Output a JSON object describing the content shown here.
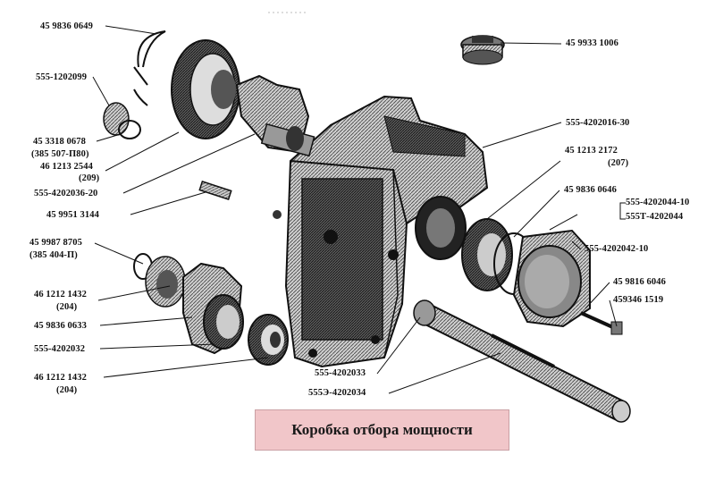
{
  "title": "Коробка отбора мощности",
  "labels": {
    "l1": "45 9836 0649",
    "l2": "555-1202099",
    "l3a": "45 3318 0678",
    "l3b": "(385 507-П80)",
    "l4a": "46 1213 2544",
    "l4b": "(209)",
    "l5": "555-4202036-20",
    "l6": "45 9951 3144",
    "l7a": "45 9987 8705",
    "l7b": "(385 404-П)",
    "l8a": "46 1212 1432",
    "l8b": "(204)",
    "l9": "45 9836 0633",
    "l10": "555-4202032",
    "l11a": "46 1212 1432",
    "l11b": "(204)",
    "r1": "45 9933 1006",
    "r2": "555-4202016-30",
    "r3a": "45 1213 2172",
    "r3b": "(207)",
    "r4": "45 9836 0646",
    "r5a": "555-4202044-10",
    "r5b": "555Т-4202044",
    "r6": "555-4202042-10",
    "r7": "45 9816 6046",
    "r8": "459346 1519",
    "b1": "555-4202033",
    "b2": "555Э-4202034"
  }
}
